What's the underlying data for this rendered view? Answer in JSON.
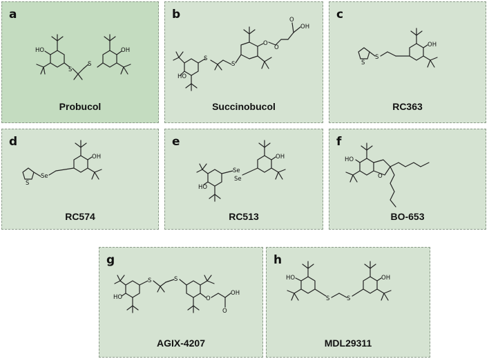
{
  "panels": [
    {
      "letter": "a",
      "name": "Probucol"
    },
    {
      "letter": "b",
      "name": "Succinobucol"
    },
    {
      "letter": "c",
      "name": "RC363"
    },
    {
      "letter": "d",
      "name": "RC574"
    },
    {
      "letter": "e",
      "name": "RC513"
    },
    {
      "letter": "f",
      "name": "BO-653"
    },
    {
      "letter": "g",
      "name": "AGIX-4207"
    },
    {
      "letter": "h",
      "name": "MDL29311"
    }
  ],
  "atoms": {
    "HO": "HO",
    "OH": "OH",
    "S": "S",
    "Se": "Se",
    "O": "O"
  }
}
